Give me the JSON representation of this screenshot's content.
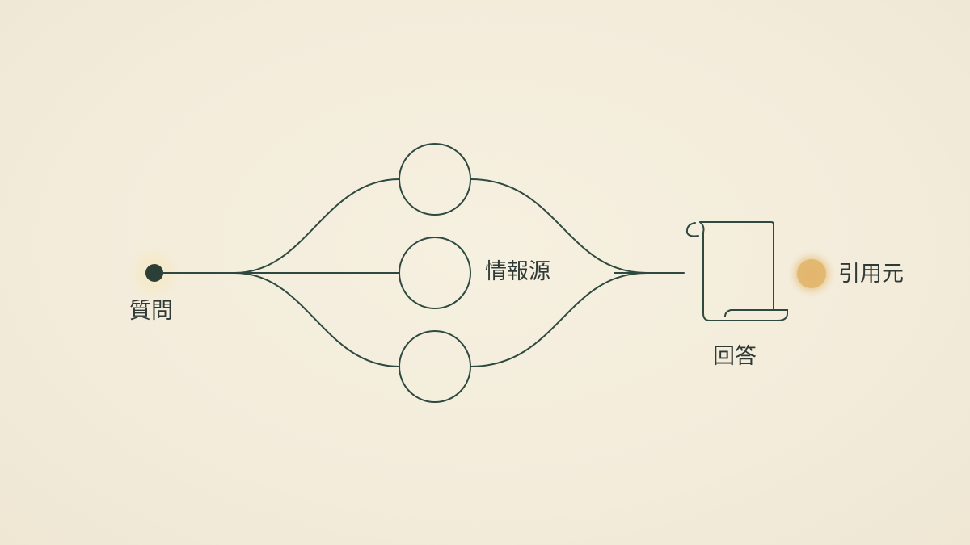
{
  "labels": {
    "question": "質問",
    "sources": "情報源",
    "answer": "回答",
    "citation": "引用元"
  },
  "colors": {
    "background": "#f4eedd",
    "stroke": "#2e4a40",
    "start_node": "#2c3f37",
    "citation_glow": "#e2b56b",
    "text": "#2f3a36"
  },
  "icons": {
    "answer": "scroll-icon"
  }
}
